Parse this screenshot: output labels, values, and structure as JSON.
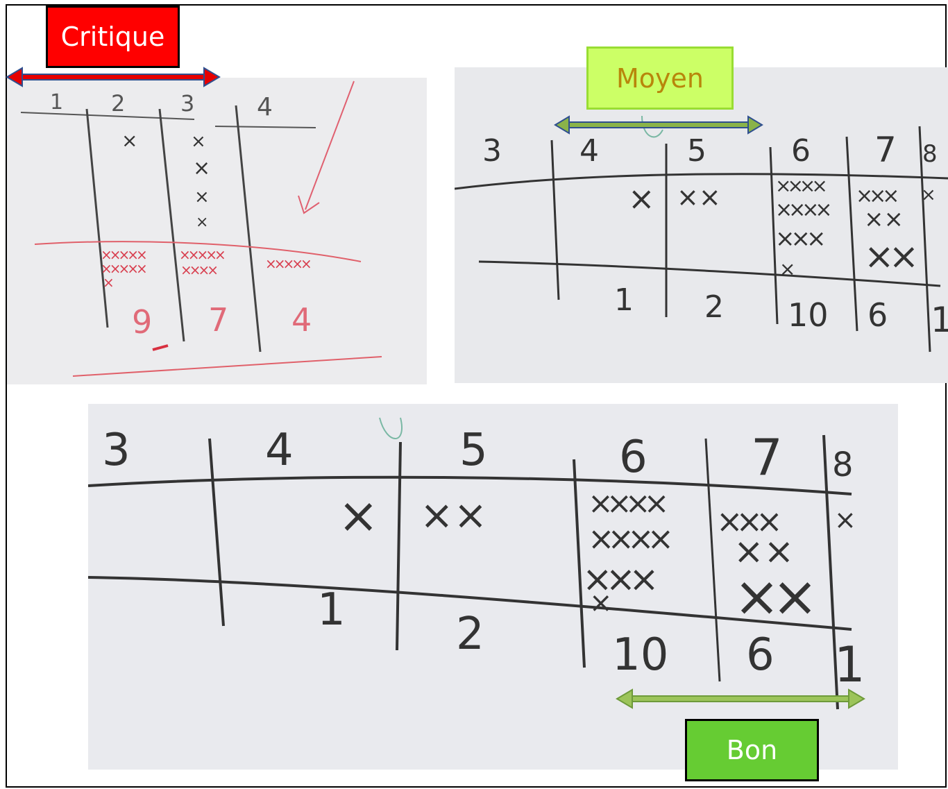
{
  "labels": {
    "critique": "Critique",
    "moyen": "Moyen",
    "bon": "Bon"
  },
  "colors": {
    "critique_bg": "#ff0000",
    "moyen_bg": "#ccff66",
    "moyen_text": "#b8860b",
    "bon_bg": "#66cc33",
    "arrow_red": "#e60000",
    "arrow_blue": "#2f4f8f",
    "arrow_green": "#8ab34a"
  },
  "photo1": {
    "columns": [
      "1",
      "2",
      "3",
      "4"
    ],
    "counts": [
      "9",
      "7",
      "4"
    ]
  },
  "photo2": {
    "columns": [
      "3",
      "4",
      "5",
      "6",
      "7",
      "8"
    ],
    "counts": [
      "1",
      "2",
      "10",
      "6",
      "1"
    ]
  },
  "photo3": {
    "columns": [
      "3",
      "4",
      "5",
      "6",
      "7",
      "8"
    ],
    "counts": [
      "1",
      "2",
      "10",
      "6",
      "1"
    ]
  }
}
